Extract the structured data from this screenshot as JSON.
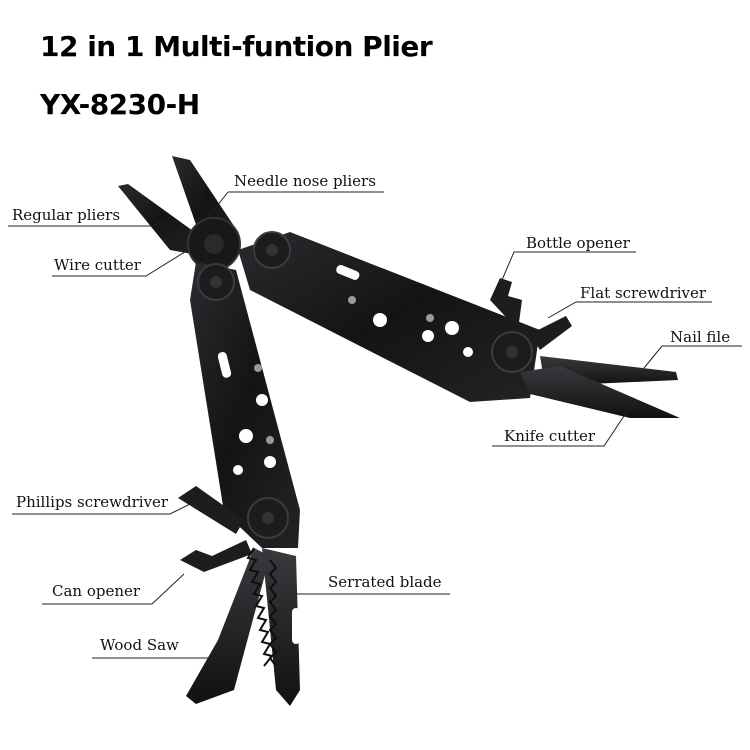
{
  "title": "12 in 1 Multi-funtion Plier",
  "model": "YX-8230-H",
  "labels": {
    "needle_nose_pliers": "Needle nose pliers",
    "regular_pliers": "Regular pliers",
    "wire_cutter": "Wire cutter",
    "bottle_opener": "Bottle opener",
    "flat_screwdriver": "Flat screwdriver",
    "nail_file": "Nail file",
    "knife_cutter": "Knife cutter",
    "phillips_screwdriver": "Phillips screwdriver",
    "can_opener": "Can opener",
    "serrated_blade": "Serrated blade",
    "wood_saw": "Wood Saw"
  },
  "colors": {
    "tool_body": "#1a1a1c",
    "tool_edge": "#3a3a3e",
    "rivet": "#9a9a9a",
    "leader_line": "#222222"
  }
}
